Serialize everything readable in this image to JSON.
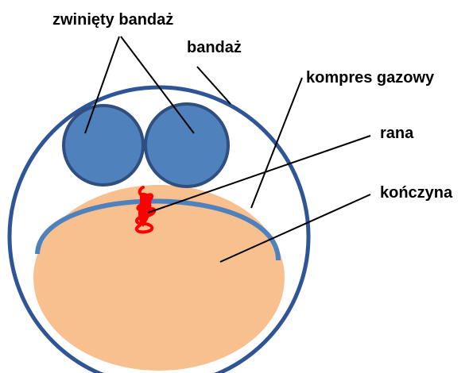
{
  "labels": {
    "rolled_bandage": "zwinięty bandaż",
    "bandage": "bandaż",
    "gauze_compress": "kompres gazowy",
    "wound": "rana",
    "limb": "kończyna"
  },
  "colors": {
    "bandage_outline": "#2f5597",
    "rolled_bandage_fill": "#4f81bd",
    "rolled_bandage_stroke": "#2f4f7f",
    "gauze_arc": "#4f81bd",
    "limb_fill": "#f8bf8f",
    "wound": "#ff0000",
    "leader_line": "#000000"
  }
}
